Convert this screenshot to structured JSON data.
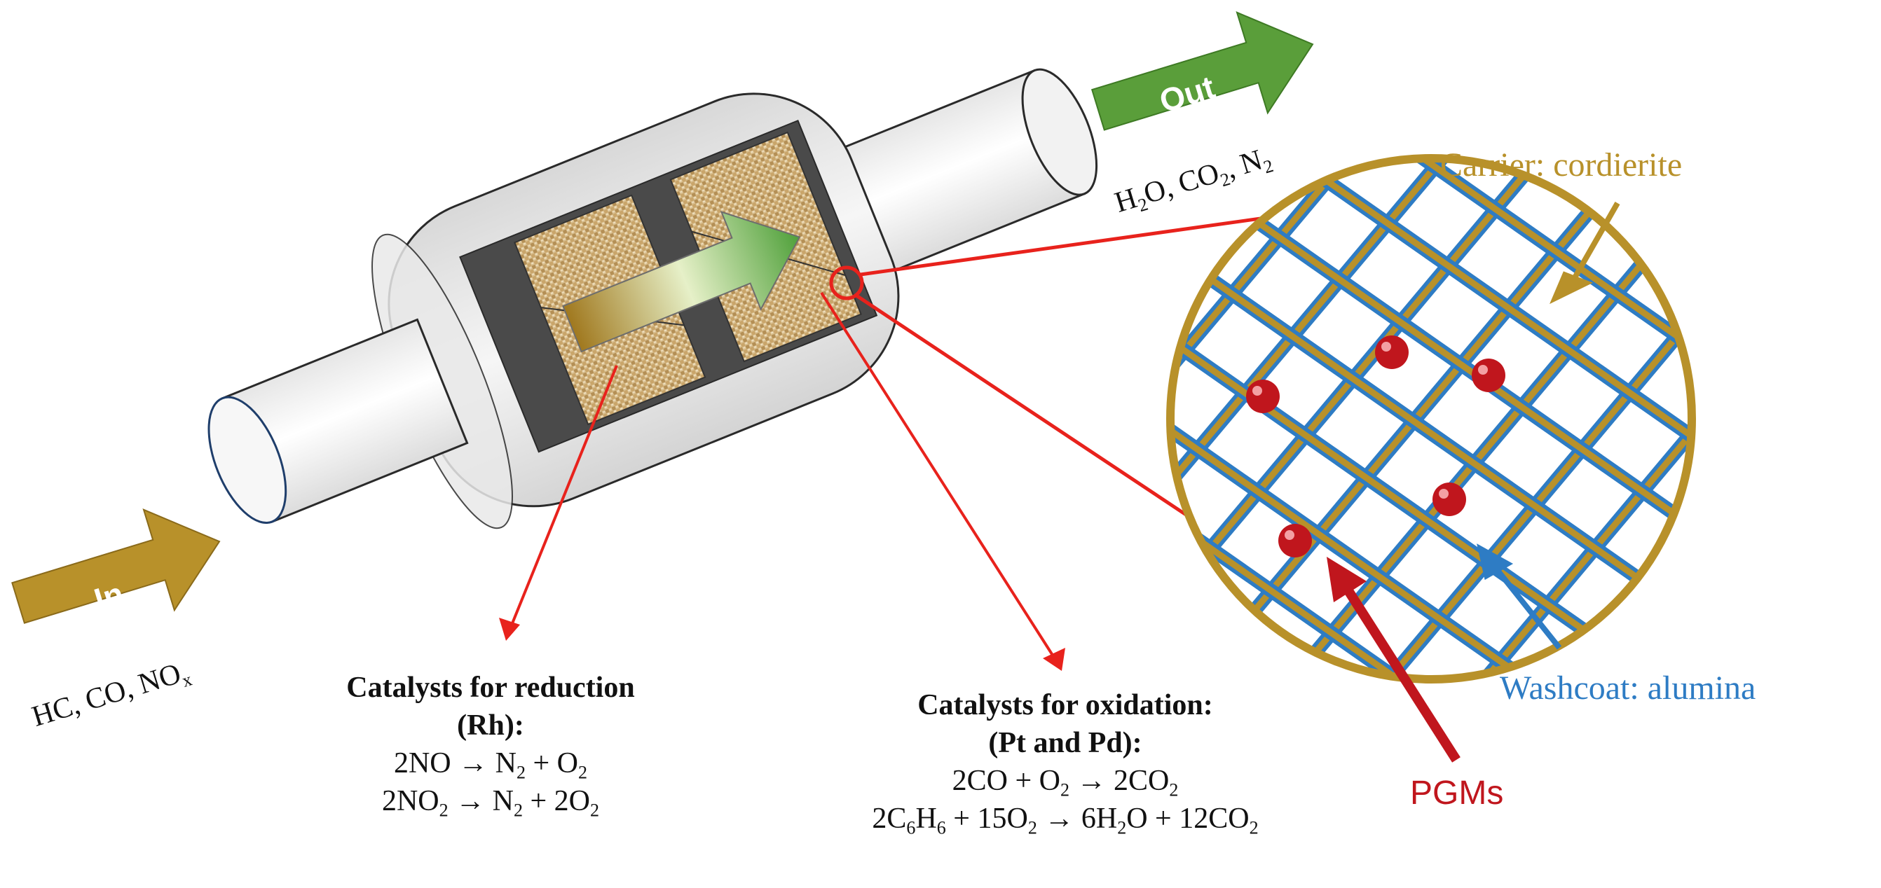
{
  "flow": {
    "in_label": "In",
    "out_label": "Out"
  },
  "gases": {
    "in_parts": [
      "HC, CO, NO",
      "x"
    ],
    "out_parts": [
      "H",
      "2",
      "O, CO",
      "2",
      ", N",
      "2"
    ]
  },
  "callouts": {
    "carrier": "Carrier: cordierite",
    "washcoat": "Washcoat: alumina",
    "pgms": "PGMs"
  },
  "reduction": {
    "title": "Catalysts for reduction",
    "metal": "(Rh):",
    "eq1": [
      "2NO → N",
      "2",
      " + O",
      "2"
    ],
    "eq2": [
      "2NO",
      "2",
      " → N",
      "2",
      " + 2O",
      "2"
    ]
  },
  "oxidation": {
    "title": "Catalysts for oxidation:",
    "metal": "(Pt and Pd):",
    "eq1": [
      "2CO + O",
      "2",
      " → 2CO",
      "2"
    ],
    "eq2": [
      "2C",
      "6",
      "H",
      "6",
      " + 15O",
      "2",
      " → 6H",
      "2",
      "O + 12CO",
      "2"
    ]
  },
  "colors": {
    "carrier_gold": "#B8912A",
    "washcoat_blue": "#2E7CC4",
    "pgm_red": "#C0161D",
    "pointer_red": "#E8221C",
    "out_green": "#5A9E3A"
  }
}
